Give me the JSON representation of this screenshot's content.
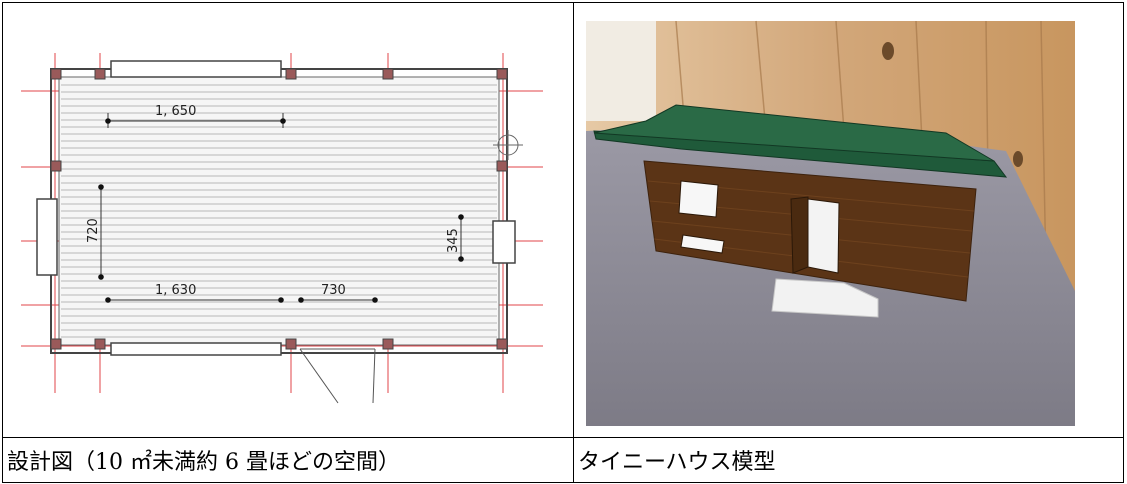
{
  "captions": {
    "left": "設計図（10 ㎡未満約 6 畳ほどの空間）",
    "right": "タイニーハウス模型"
  },
  "floor_plan": {
    "dimensions": {
      "top_width": "1, 650",
      "bottom_width_left": "1, 630",
      "bottom_width_right": "730",
      "left_height": "720",
      "right_height": "345"
    }
  },
  "photo": {
    "subject": "tiny-house-model",
    "colors": {
      "roof": "#1f5a3a",
      "walls": "#5b3416",
      "wood_wall": "#d9b58c",
      "floor": "#8c8a96",
      "steps": "#f2f2f2"
    }
  }
}
